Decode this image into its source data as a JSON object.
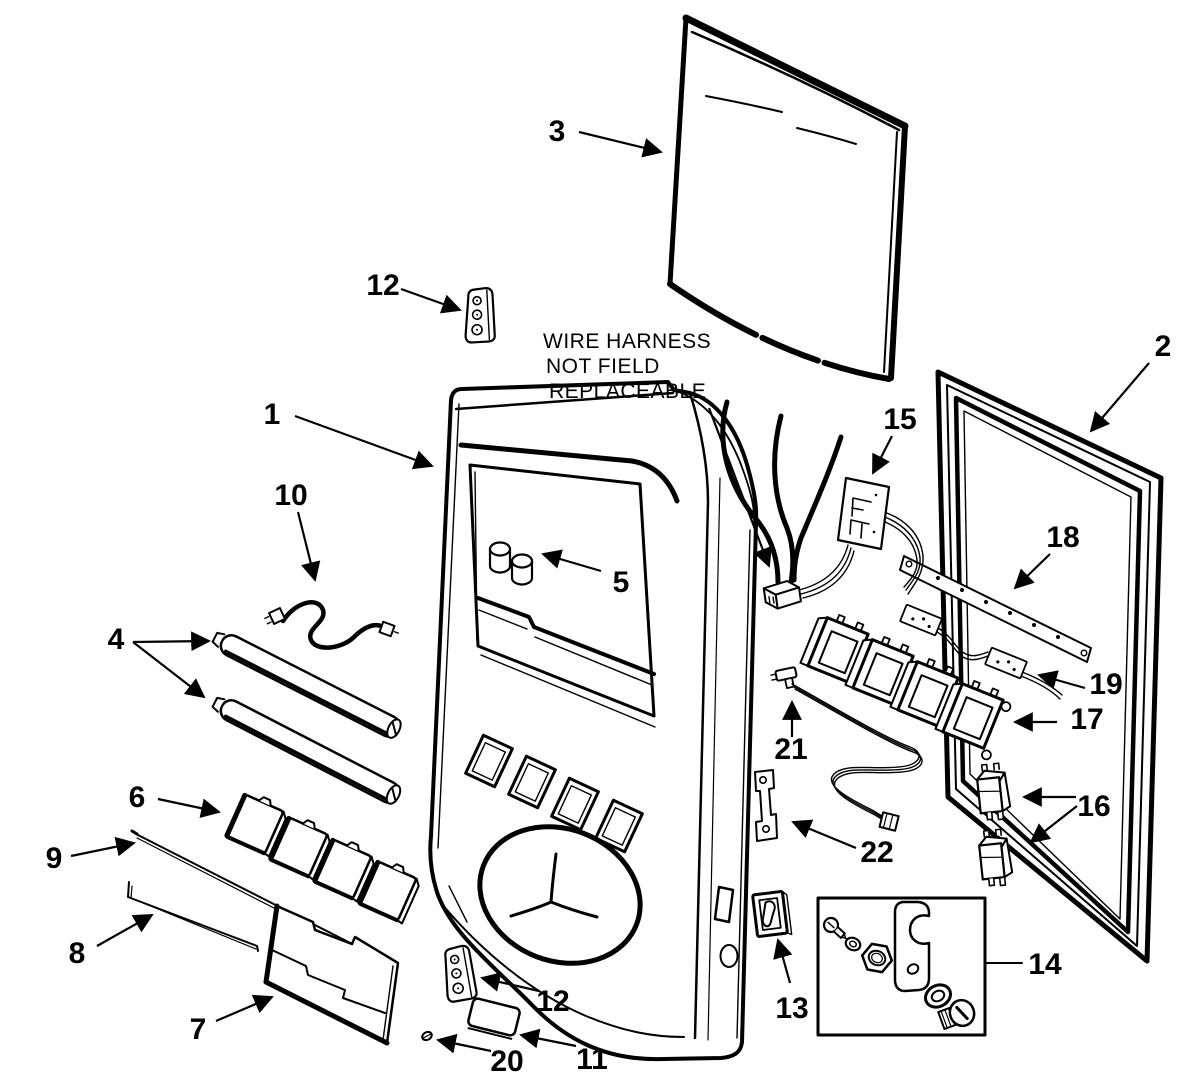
{
  "diagram": {
    "type": "exploded-parts-diagram",
    "background": "#ffffff",
    "line_color": "#000000",
    "note": {
      "lines": [
        "WIRE HARNESS",
        "NOT FIELD",
        "REPLACEABLE"
      ]
    },
    "callouts": [
      {
        "id": "1",
        "label": "1"
      },
      {
        "id": "2",
        "label": "2"
      },
      {
        "id": "3",
        "label": "3"
      },
      {
        "id": "4",
        "label": "4"
      },
      {
        "id": "5",
        "label": "5"
      },
      {
        "id": "6",
        "label": "6"
      },
      {
        "id": "7",
        "label": "7"
      },
      {
        "id": "8",
        "label": "8"
      },
      {
        "id": "9",
        "label": "9"
      },
      {
        "id": "10",
        "label": "10"
      },
      {
        "id": "11",
        "label": "11"
      },
      {
        "id": "12-top",
        "label": "12"
      },
      {
        "id": "12-bottom",
        "label": "12"
      },
      {
        "id": "13",
        "label": "13"
      },
      {
        "id": "14",
        "label": "14"
      },
      {
        "id": "15",
        "label": "15"
      },
      {
        "id": "16",
        "label": "16"
      },
      {
        "id": "17",
        "label": "17"
      },
      {
        "id": "18",
        "label": "18"
      },
      {
        "id": "19",
        "label": "19"
      },
      {
        "id": "20",
        "label": "20"
      },
      {
        "id": "21",
        "label": "21"
      },
      {
        "id": "22",
        "label": "22"
      }
    ]
  }
}
